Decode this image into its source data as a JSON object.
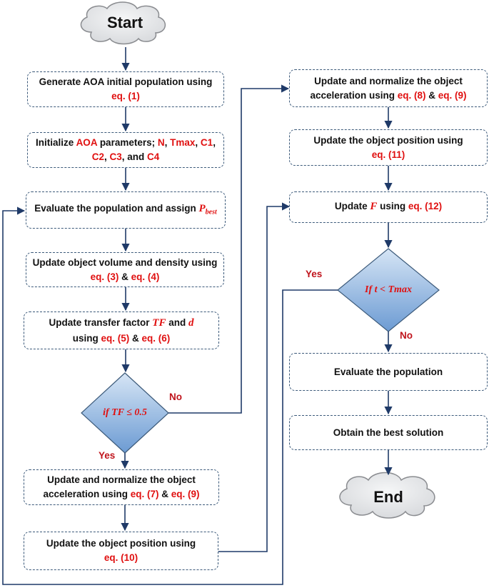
{
  "start": "Start",
  "end": "End",
  "boxes": {
    "b1": {
      "l1": "Generate AOA initial population using",
      "l2_red": "eq. (1)"
    },
    "b2": {
      "l1a": "Initialize ",
      "l1b_red": "AOA",
      "l1c": " parameters; ",
      "l1d_red": "N",
      "l1e": ", ",
      "l1f_red": "Tmax",
      "l1g": ", ",
      "l1h_red": "C1",
      "l1i": ",",
      "l2a_red": "C2",
      "l2b": ", ",
      "l2c_red": "C3",
      "l2d": ", and ",
      "l2e_red": "C4"
    },
    "b3": {
      "l1": "Evaluate the population and assign ",
      "sym": "P",
      "sub": "best"
    },
    "b4": {
      "l1": "Update object volume and density using",
      "l2a_red": "eq. (3)",
      "l2b": " & ",
      "l2c_red": "eq. (4)"
    },
    "b5": {
      "l1a": "Update transfer factor ",
      "l1b_sym": "TF",
      "l1c": " and ",
      "l1d_sym": "d",
      "l2a": "using ",
      "l2b_red": "eq. (5)",
      "l2c": " & ",
      "l2d_red": "eq. (6)"
    },
    "b6": {
      "l1": "Update and normalize the object",
      "l2a": "acceleration using ",
      "l2b_red": "eq. (7)",
      "l2c": " & ",
      "l2d_red": "eq. (9)"
    },
    "b7": {
      "l1": "Update the object position using",
      "l2_red": "eq. (10)"
    },
    "b8": {
      "l1": "Update and normalize the object",
      "l2a": "acceleration using ",
      "l2b_red": "eq. (8)",
      "l2c": " & ",
      "l2d_red": "eq. (9)"
    },
    "b9": {
      "l1": "Update the object position using",
      "l2_red": "eq. (11)"
    },
    "b10": {
      "l1a": "Update  ",
      "l1b_sym": "F",
      "l1c": " using ",
      "l1d_red": "eq. (12)"
    },
    "b11": {
      "l1": "Evaluate the population"
    },
    "b12": {
      "l1": "Obtain the best solution"
    }
  },
  "decisions": {
    "d1": {
      "text": "if TF ≤ 0.5",
      "yes": "Yes",
      "no": "No"
    },
    "d2": {
      "text": "If t < Tmax",
      "yes": "Yes",
      "no": "No"
    }
  },
  "colors": {
    "arrow": "#1f3a68",
    "border": "#3c5a7a",
    "diamond_top": "#cfe0f3",
    "diamond_bottom": "#6f9fd6",
    "red": "#e01010",
    "cloud_fill": "#e9eaec",
    "cloud_stroke": "#8a8c90"
  }
}
